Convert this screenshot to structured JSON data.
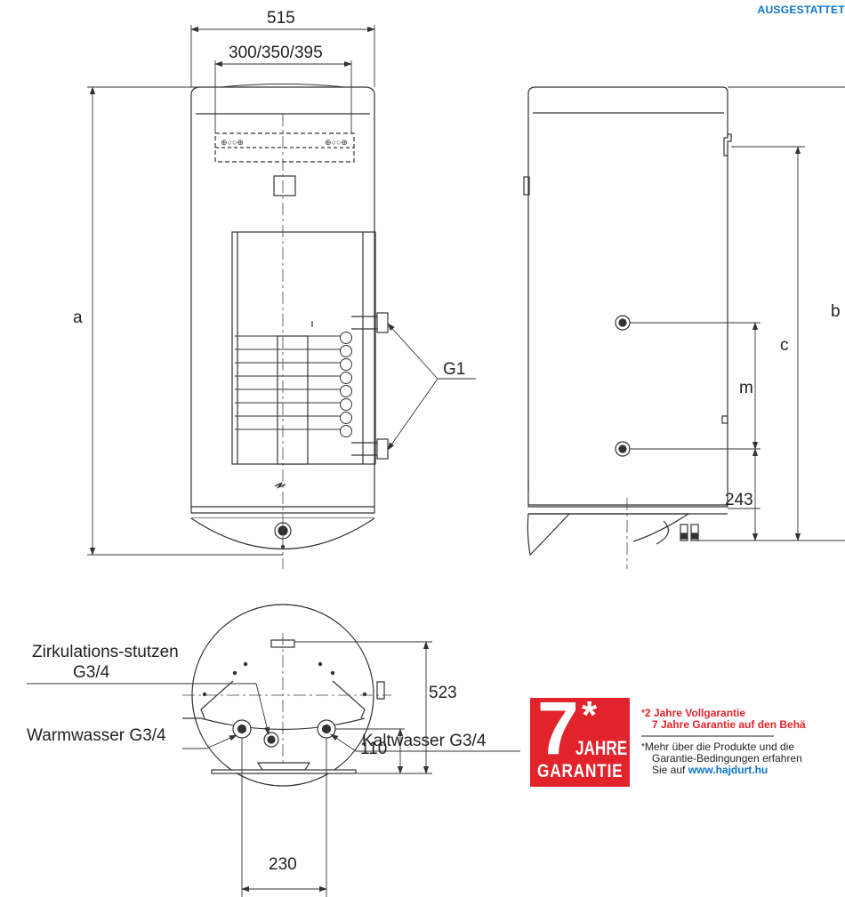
{
  "header": {
    "badge": "AUSGESTATTET"
  },
  "front_view": {
    "width": "515",
    "pipe_spacing": "300/350/395",
    "height": "a",
    "coil_connection": "G1"
  },
  "side_view": {
    "dim_b": "b",
    "dim_c": "c",
    "dim_m": "m",
    "dim_base": "243"
  },
  "bottom_view": {
    "circulation_label_1": "Zirkulations-stutzen",
    "circulation_label_2": "G3/4",
    "warm_water": "Warmwasser G3/4",
    "cold_water": "Kaltwasser G3/4",
    "dim_523": "523",
    "dim_110": "110",
    "dim_230": "230"
  },
  "guarantee": {
    "big_number": "7",
    "star": "*",
    "word1": "JAHRE",
    "word2": "GARANTIE",
    "line1": "2 Jahre Vollgarantie",
    "line2": "7 Jahre Garantie auf den Behä",
    "note1": "Mehr über die Produkte und die",
    "note2": "Garantie-Bedingungen erfahren",
    "note3_prefix": "Sie auf ",
    "note3_link": "www.hajdurt.hu",
    "colors": {
      "red": "#e3232b",
      "blue": "#0a74c9"
    }
  }
}
